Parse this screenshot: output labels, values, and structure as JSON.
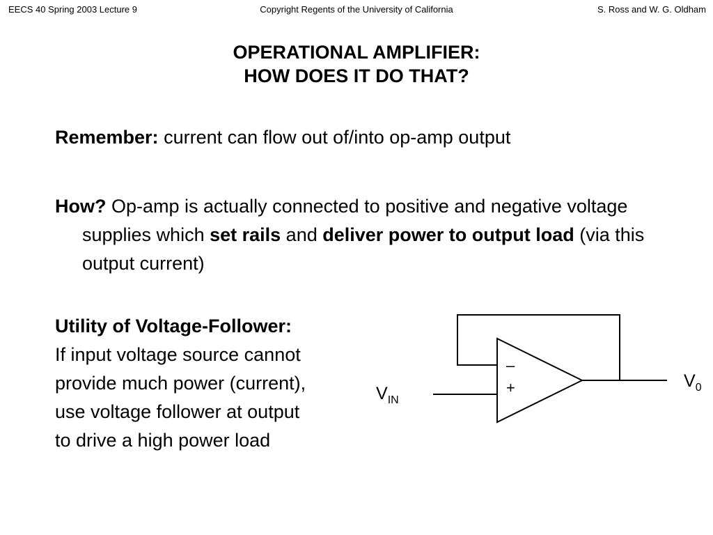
{
  "header": {
    "left": "EECS 40 Spring 2003 Lecture 9",
    "center": "Copyright Regents of the University of California",
    "right": "S. Ross and W. G. Oldham"
  },
  "title": {
    "line1": "OPERATIONAL AMPLIFIER:",
    "line2": "HOW DOES IT DO THAT?"
  },
  "remember": {
    "label": "Remember:",
    "text": " current can flow out of/into op-amp output"
  },
  "how": {
    "label": "How?",
    "text1": "  Op-amp is actually connected to positive and negative voltage supplies which ",
    "bold1": "set rails",
    "text2": " and ",
    "bold2": "deliver power to output load",
    "text3": " (via this output current)"
  },
  "utility": {
    "heading": "Utility of Voltage-Follower:",
    "lines": [
      "If input voltage source cannot",
      "provide much power (current),",
      "use voltage follower at output",
      "to drive a high power load"
    ]
  },
  "circuit": {
    "minus_symbol": "–",
    "plus_symbol": "+",
    "vin_main": "V",
    "vin_sub": "IN",
    "vout_main": "V",
    "vout_sub": "0"
  }
}
